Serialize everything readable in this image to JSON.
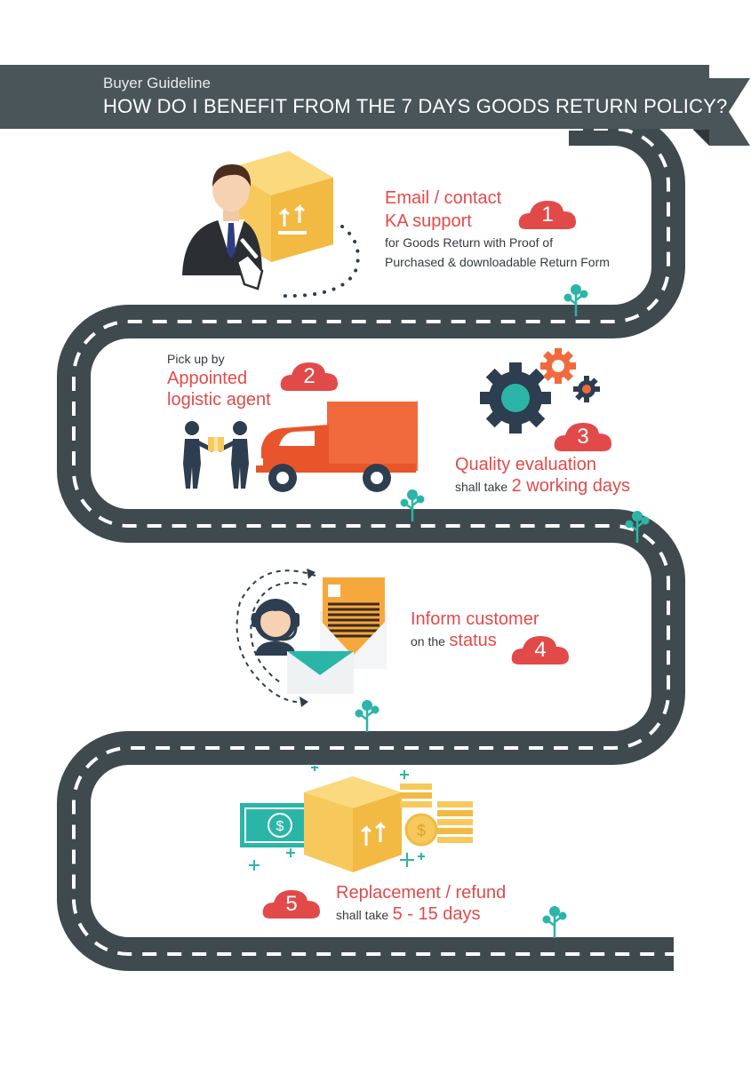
{
  "header": {
    "kicker": "Buyer Guideline",
    "title": "HOW DO I BENEFIT FROM THE 7 DAYS GOODS RETURN POLICY?"
  },
  "steps": [
    {
      "number": "1",
      "title_line1": "Email / contact",
      "title_line2": "KA support",
      "desc_line1": "for Goods Return with Proof of",
      "desc_line2": "Purchased & downloadable Return Form"
    },
    {
      "number": "2",
      "pre": "Pick up by",
      "title_line1": "Appointed",
      "title_line2": "logistic agent"
    },
    {
      "number": "3",
      "title": "Quality evaluation",
      "pre": "shall take",
      "highlight": "2 working days"
    },
    {
      "number": "4",
      "title": "Inform customer",
      "pre": "on the",
      "highlight": "status"
    },
    {
      "number": "5",
      "title": "Replacement / refund",
      "pre": "shall take",
      "highlight": "5 - 15 days"
    }
  ],
  "colors": {
    "banner": "#4a5559",
    "road": "#3f4a4e",
    "accent_red": "#e24a4a",
    "truck": "#f06a3e",
    "box_yellow": "#f7c95c",
    "tree": "#2bb5a8",
    "navy": "#2d3e50"
  },
  "icons": [
    "businessman-icon",
    "parcel-box-icon",
    "pointer-hand-icon",
    "handover-people-icon",
    "delivery-truck-icon",
    "gears-icon",
    "support-agent-icon",
    "envelope-document-icon",
    "cash-icon",
    "coins-icon",
    "tree-icon"
  ]
}
